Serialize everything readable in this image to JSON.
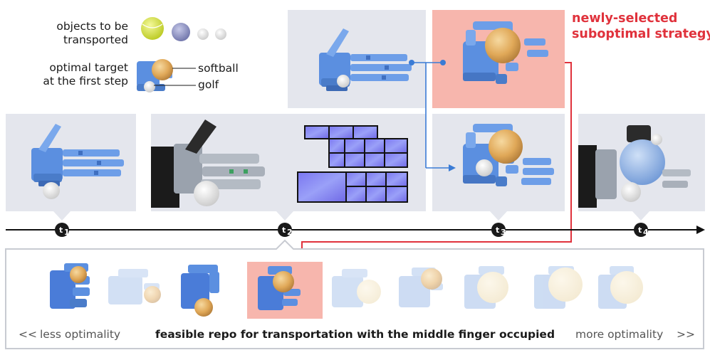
{
  "legend": {
    "objects_label": [
      "objects to be",
      "transported"
    ],
    "target_label": [
      "optimal target",
      "at the first step"
    ],
    "softball_label": "softball",
    "golf_label": "golf"
  },
  "annotation": {
    "strategy_label": [
      "newly-selected",
      "suboptimal strategy"
    ]
  },
  "timeline": {
    "ticks": [
      {
        "main": "t",
        "sub": "1"
      },
      {
        "main": "t",
        "sub": "2"
      },
      {
        "main": "t",
        "sub": "3"
      },
      {
        "main": "t",
        "sub": "4"
      }
    ]
  },
  "repo": {
    "left_arrows": "<<",
    "left_label": "less optimality",
    "center_label": "feasible repo for transportation with the middle finger occupied",
    "right_label": "more optimality",
    "right_arrows": ">>"
  },
  "colors": {
    "accent_red": "#e0323c",
    "connector_blue": "#3a7bd5",
    "panel_gray": "#e4e6ed",
    "highlight_pink": "#f7b6ad"
  }
}
